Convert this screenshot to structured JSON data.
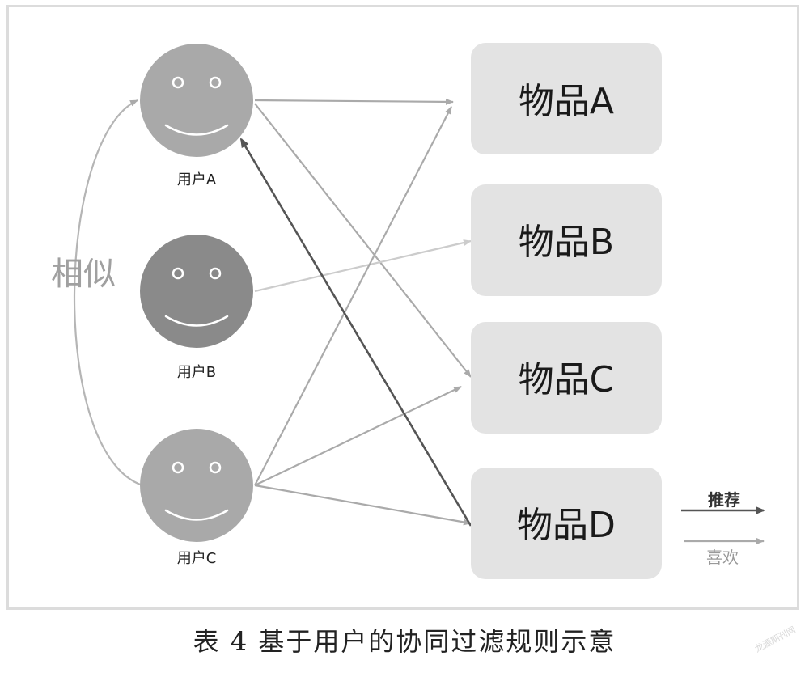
{
  "users": [
    {
      "id": "a",
      "label": "用户A"
    },
    {
      "id": "b",
      "label": "用户B"
    },
    {
      "id": "c",
      "label": "用户C"
    }
  ],
  "items": [
    {
      "id": "a",
      "label": "物品A"
    },
    {
      "id": "b",
      "label": "物品B"
    },
    {
      "id": "c",
      "label": "物品C"
    },
    {
      "id": "d",
      "label": "物品D"
    }
  ],
  "similarity_label": "相似",
  "legend": {
    "recommend": "推荐",
    "like": "喜欢"
  },
  "caption": "表 4  基于用户的协同过滤规则示意",
  "watermark": "龙源期刊网",
  "colors": {
    "face_light": "#a9a9a9",
    "face_dark": "#8a8a8a",
    "item_box": "#e3e3e3",
    "like_edge": "#aaaaaa",
    "recommend_edge": "#555555",
    "frame": "#dcdcdc"
  },
  "edges": [
    {
      "from": "user-a",
      "to": "item-a",
      "relation": "like"
    },
    {
      "from": "user-a",
      "to": "item-c",
      "relation": "like"
    },
    {
      "from": "user-b",
      "to": "item-b",
      "relation": "like"
    },
    {
      "from": "user-c",
      "to": "item-a",
      "relation": "like"
    },
    {
      "from": "user-c",
      "to": "item-c",
      "relation": "like"
    },
    {
      "from": "user-c",
      "to": "item-d",
      "relation": "like"
    },
    {
      "from": "item-d",
      "to": "user-a",
      "relation": "recommend"
    },
    {
      "from": "user-c",
      "to": "user-a",
      "relation": "similar"
    }
  ]
}
